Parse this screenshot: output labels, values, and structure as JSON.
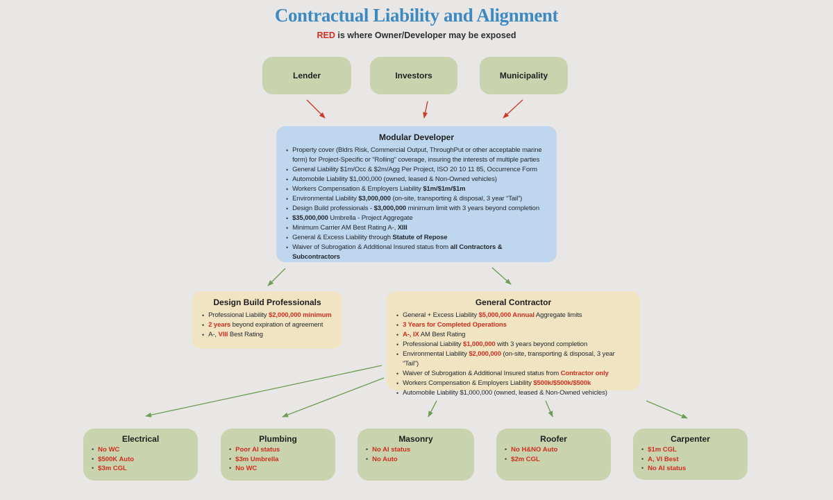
{
  "header": {
    "title": "Contractual Liability and Alignment",
    "subtitle_red": "RED",
    "subtitle_rest": " is where Owner/Developer may be exposed"
  },
  "colors": {
    "background": "#e9e7e6",
    "title_blue": "#3d8ac2",
    "red_text": "#d02e1f",
    "green_box": "#c9d3ae",
    "blue_box": "#bed6ee",
    "tan_box": "#f1e4c3",
    "arrow_red": "#cf3a28",
    "arrow_green": "#6f9d55"
  },
  "top_boxes": [
    {
      "label": "Lender"
    },
    {
      "label": "Investors"
    },
    {
      "label": "Municipality"
    }
  ],
  "modular_developer": {
    "title": "Modular Developer",
    "bullets": [
      [
        {
          "t": "Property cover (Bldrs Risk, Commercial Output, ThroughPut or other acceptable marine form) for Project-Specific or “Rolling” coverage, insuring the interests of multiple parties"
        }
      ],
      [
        {
          "t": "General Liability $1m/Occ & $2m/Agg Per Project, ISO 20 10 11 85, Occurrence Form"
        }
      ],
      [
        {
          "t": "Automobile Liability $1,000,000 (owned, leased & Non-Owned vehicles)"
        }
      ],
      [
        {
          "t": "Workers Compensation & Employers Liability "
        },
        {
          "t": "$1m/$1m/$1m",
          "s": "b"
        }
      ],
      [
        {
          "t": "Environmental Liability "
        },
        {
          "t": "$3,000,000",
          "s": "b"
        },
        {
          "t": " (on-site, transporting & disposal, 3 year “Tail”)"
        }
      ],
      [
        {
          "t": "Design Build professionals - "
        },
        {
          "t": "$3,000,000",
          "s": "b"
        },
        {
          "t": " minimum limit with 3 years beyond completion"
        }
      ],
      [
        {
          "t": "$35,000,000",
          "s": "b"
        },
        {
          "t": " Umbrella - Project Aggregate"
        }
      ],
      [
        {
          "t": "Minimum Carrier AM Best Rating A-, "
        },
        {
          "t": "XIII",
          "s": "b"
        }
      ],
      [
        {
          "t": "General & Excess Liability through "
        },
        {
          "t": "Statute of Repose",
          "s": "b"
        }
      ],
      [
        {
          "t": "Waiver of Subrogation & Additional Insured status from "
        },
        {
          "t": "all Contractors & Subcontractors",
          "s": "b"
        }
      ]
    ]
  },
  "design_build": {
    "title": "Design Build Professionals",
    "bullets": [
      [
        {
          "t": "Professional Liability "
        },
        {
          "t": "$2,000,000 minimum",
          "s": "r"
        }
      ],
      [
        {
          "t": "2 years",
          "s": "r"
        },
        {
          "t": " beyond expiration of agreement"
        }
      ],
      [
        {
          "t": "A-, "
        },
        {
          "t": "VIII",
          "s": "r"
        },
        {
          "t": " Best Rating"
        }
      ]
    ]
  },
  "general_contractor": {
    "title": "General Contractor",
    "bullets": [
      [
        {
          "t": "General + Excess Liability "
        },
        {
          "t": "$5,000,000 Annual",
          "s": "r"
        },
        {
          "t": " Aggregate limits"
        }
      ],
      [
        {
          "t": "3 Years for Completed Operations",
          "s": "r"
        }
      ],
      [
        {
          "t": "A-, IX",
          "s": "r"
        },
        {
          "t": " AM Best Rating"
        }
      ],
      [
        {
          "t": "Professional Liability "
        },
        {
          "t": "$1,000,000",
          "s": "r"
        },
        {
          "t": " with 3 years beyond completion"
        }
      ],
      [
        {
          "t": "Environmental Liability "
        },
        {
          "t": "$2,000,000",
          "s": "r"
        },
        {
          "t": " (on-site, transporting & disposal, 3 year “Tail”)"
        }
      ],
      [
        {
          "t": "Waiver of Subrogation & Additional Insured status from "
        },
        {
          "t": "Contractor only",
          "s": "r"
        }
      ],
      [
        {
          "t": "Workers Compensation & Employers Liability "
        },
        {
          "t": "$500k/$500k/$500k",
          "s": "r"
        }
      ],
      [
        {
          "t": "Automobile Liability $1,000,000 (owned, leased & Non-Owned vehicles)"
        }
      ]
    ]
  },
  "trades": [
    {
      "title": "Electrical",
      "bullets": [
        [
          {
            "t": "No WC",
            "s": "r"
          }
        ],
        [
          {
            "t": "$500K Auto",
            "s": "r"
          }
        ],
        [
          {
            "t": "$3m CGL",
            "s": "r"
          }
        ]
      ]
    },
    {
      "title": "Plumbing",
      "bullets": [
        [
          {
            "t": "Poor AI status",
            "s": "r"
          }
        ],
        [
          {
            "t": "$3m Umbrella",
            "s": "r"
          }
        ],
        [
          {
            "t": "No WC",
            "s": "r"
          }
        ]
      ]
    },
    {
      "title": "Masonry",
      "bullets": [
        [
          {
            "t": "No AI status",
            "s": "r"
          }
        ],
        [
          {
            "t": "No Auto",
            "s": "r"
          }
        ]
      ]
    },
    {
      "title": "Roofer",
      "bullets": [
        [
          {
            "t": "No H&NO Auto",
            "s": "r"
          }
        ],
        [
          {
            "t": "$2m CGL",
            "s": "r"
          }
        ]
      ]
    },
    {
      "title": "Carpenter",
      "bullets": [
        [
          {
            "t": "$1m CGL",
            "s": "r"
          }
        ],
        [
          {
            "t": "A, VI Best",
            "s": "r"
          }
        ],
        [
          {
            "t": "No AI status",
            "s": "r"
          }
        ]
      ]
    }
  ],
  "arrows": {
    "red": [
      [
        442,
        144,
        468,
        170
      ],
      [
        616,
        146,
        611,
        170
      ],
      [
        753,
        144,
        725,
        170
      ]
    ],
    "green": [
      [
        411,
        387,
        386,
        412
      ],
      [
        709,
        386,
        736,
        410
      ],
      [
        550,
        527,
        210,
        600
      ],
      [
        553,
        545,
        407,
        601
      ],
      [
        629,
        578,
        617,
        601
      ],
      [
        786,
        578,
        796,
        601
      ],
      [
        931,
        578,
        990,
        603
      ]
    ]
  }
}
